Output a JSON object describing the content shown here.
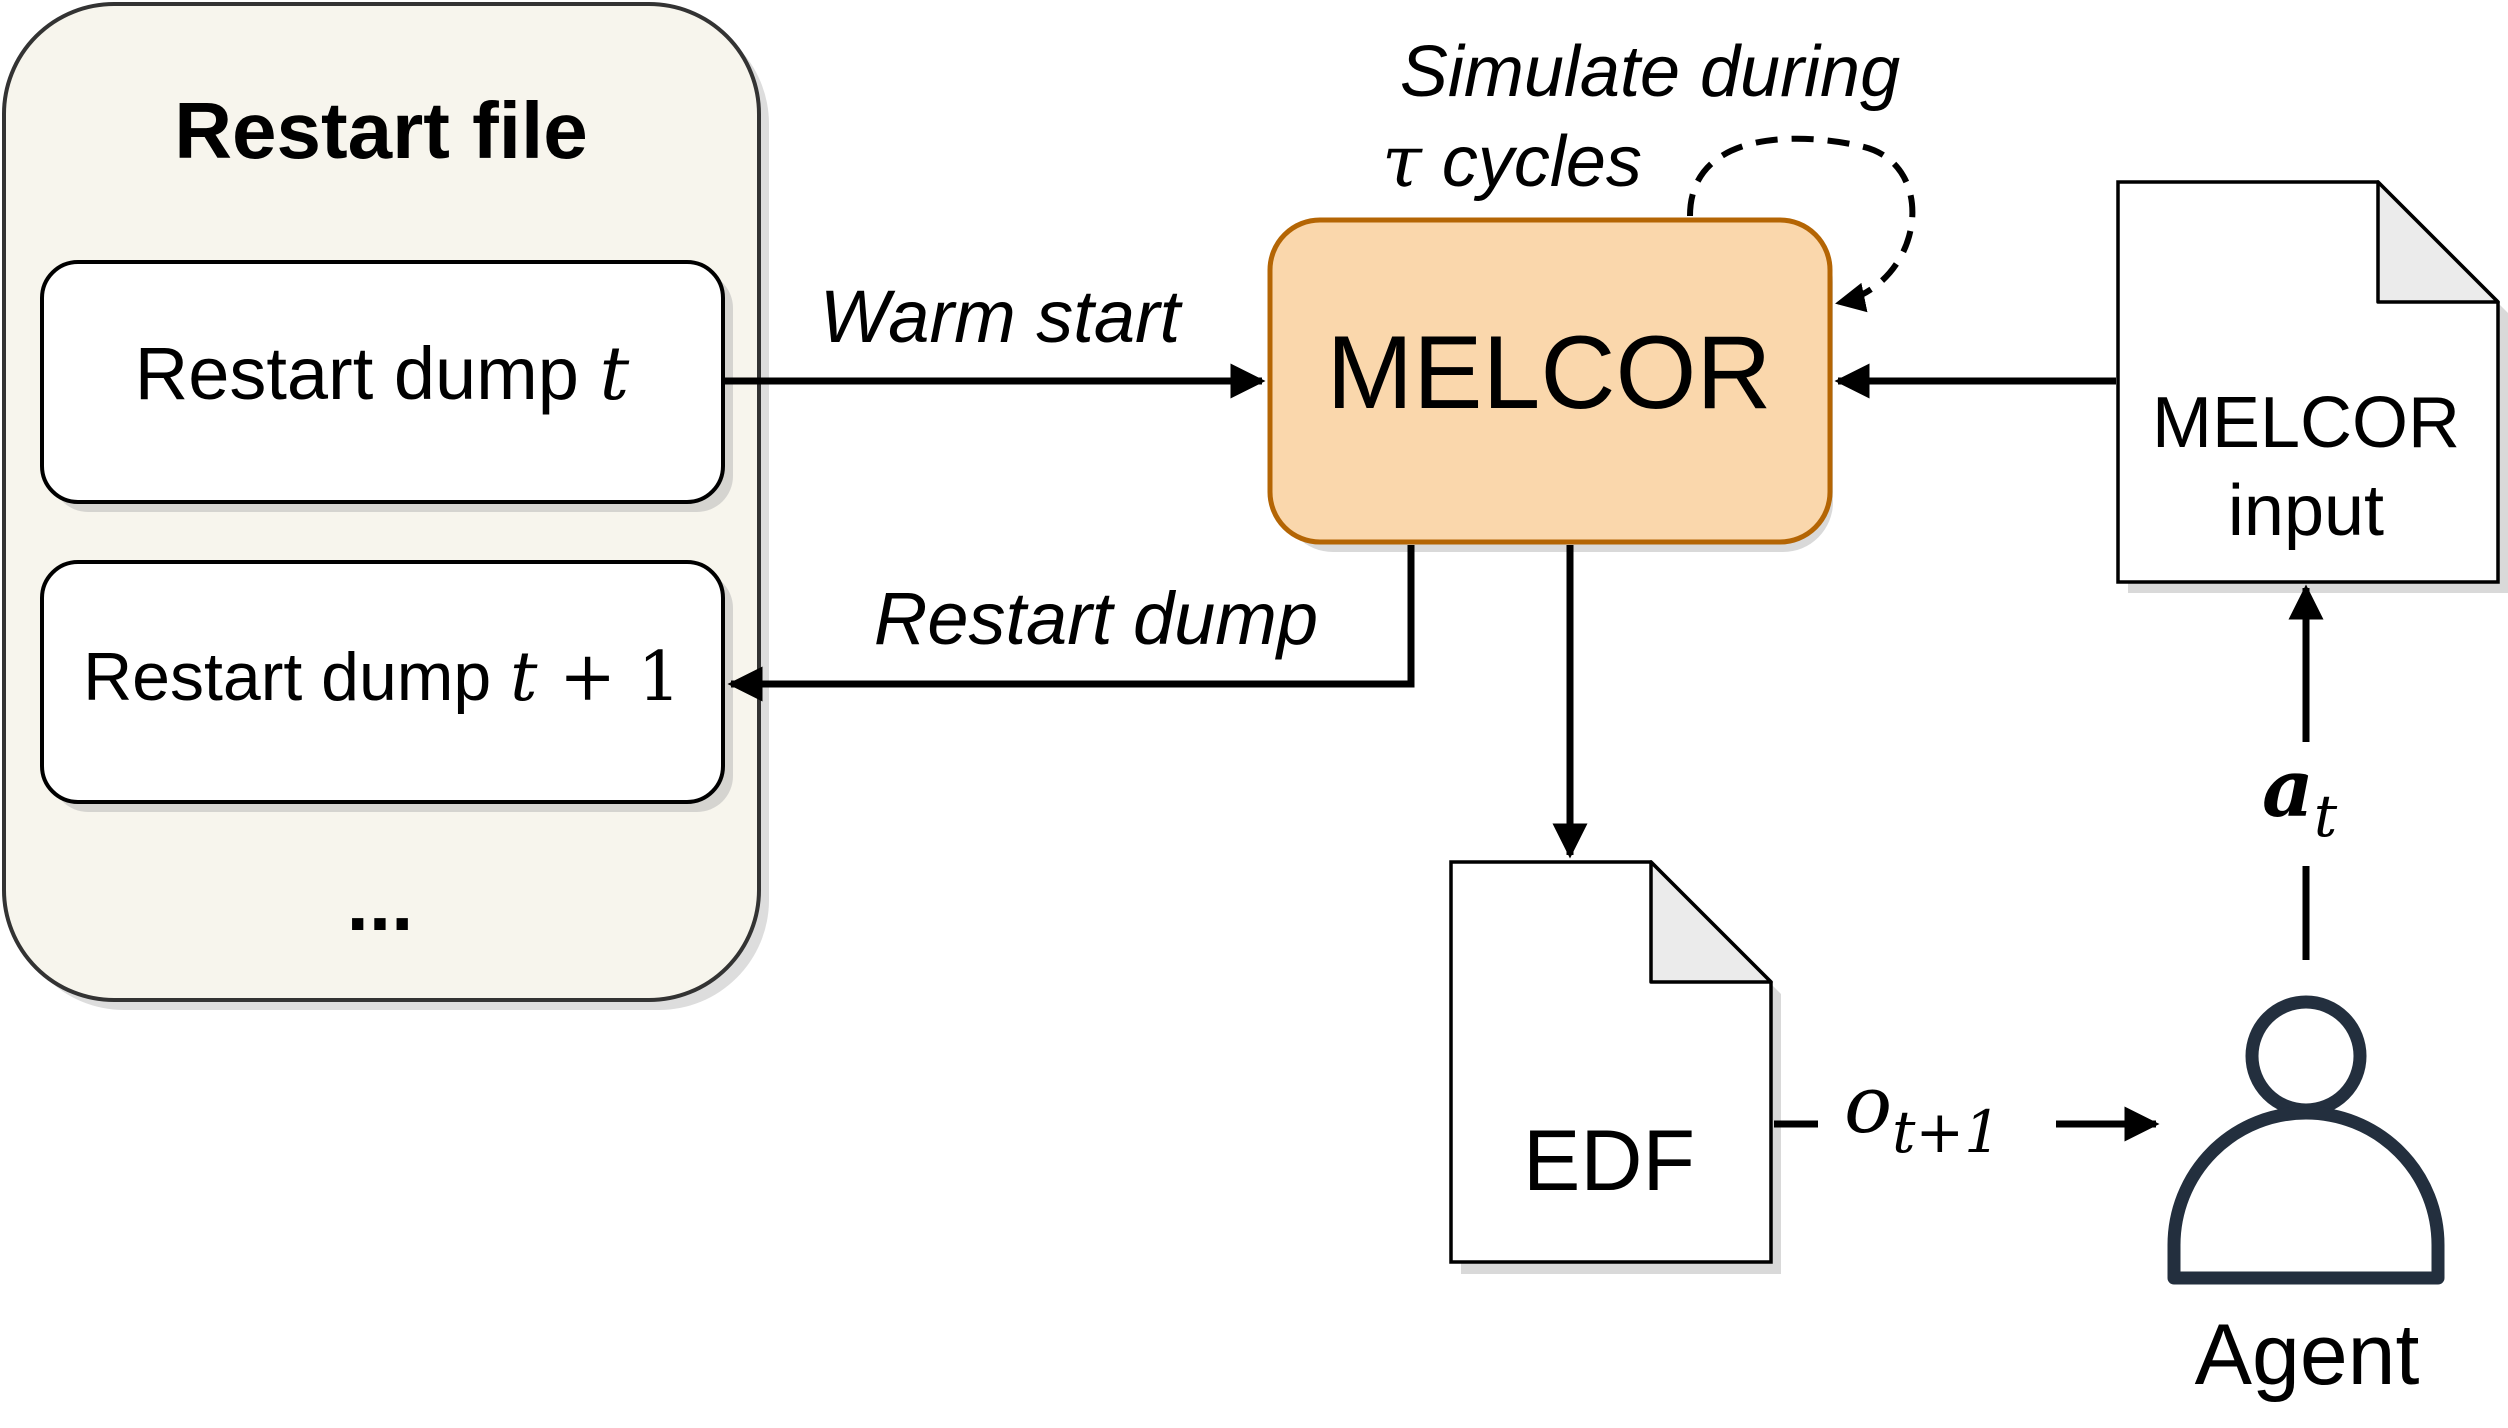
{
  "restart_file": {
    "title": "Restart file",
    "dump_t": {
      "text": "Restart dump ",
      "var": "t"
    },
    "dump_t1": {
      "text": "Restart dump ",
      "var": "t",
      "op": " + 1"
    },
    "ellipsis": "..."
  },
  "melcor": {
    "label": "MELCOR"
  },
  "labels": {
    "warm_start": "Warm start",
    "restart_dump": "Restart dump",
    "simulate_line1": "Simulate during",
    "simulate_tau": "τ",
    "simulate_cycles": " cycles"
  },
  "melcor_input": {
    "line1": "MELCOR",
    "line2": "input"
  },
  "edf": {
    "label": "EDF"
  },
  "observation": {
    "base": "o",
    "sub": "t+1"
  },
  "action": {
    "base": "a",
    "sub": "t"
  },
  "agent": {
    "label": "Agent",
    "icon": "person-icon"
  },
  "colors": {
    "restart_file_fill": "#f7f5ed",
    "melcor_fill": "#fad7ac",
    "melcor_stroke": "#b46504",
    "agent_stroke": "#232f3e",
    "doc_fold": "#ebebeb"
  }
}
